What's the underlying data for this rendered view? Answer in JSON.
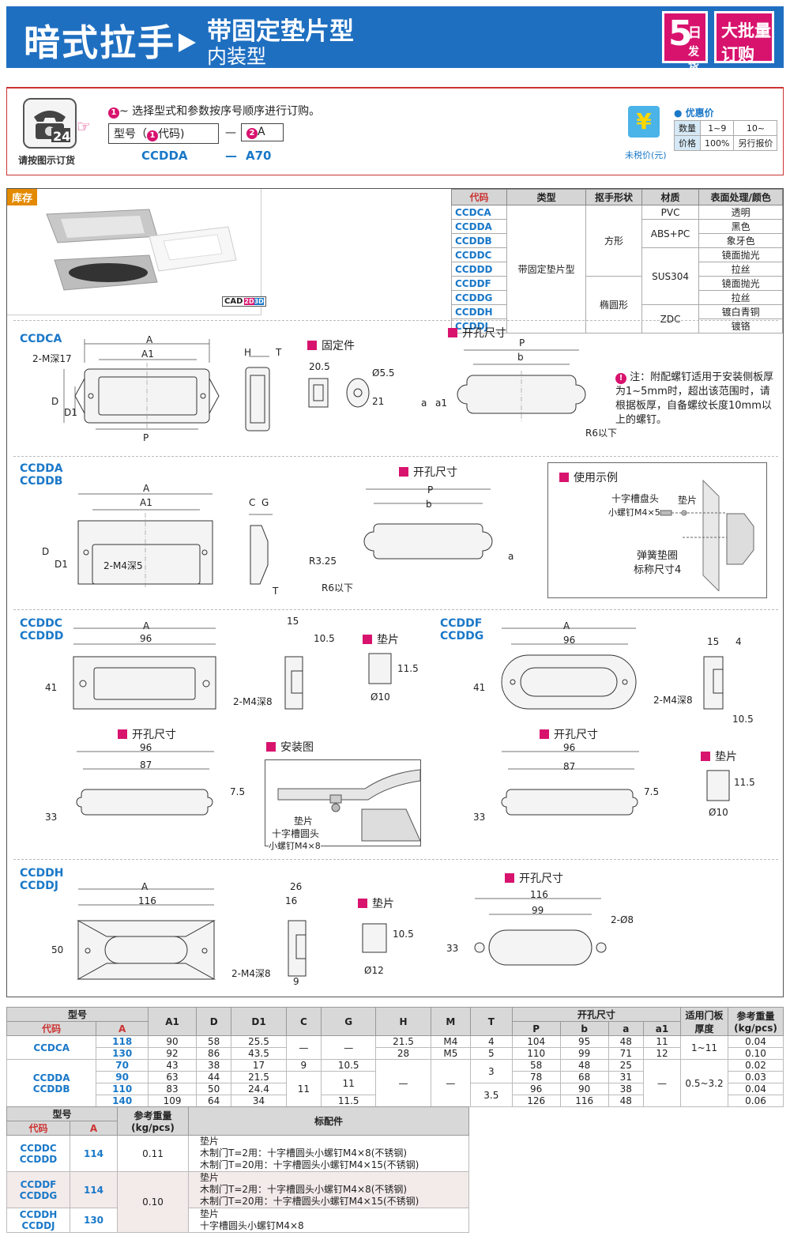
{
  "header": {
    "title": "暗式拉手",
    "subtitle": "带固定垫片型",
    "subtitle2": "内装型",
    "badge_days_num": "5",
    "badge_days_1": "日",
    "badge_days_2": "发货",
    "badge_bulk_1": "大批量",
    "badge_bulk_2": "订购"
  },
  "order": {
    "phone_label": "请按图示订货",
    "instruction": "~ 选择型式和参数按序号顺序进行订购。",
    "circle1": "1",
    "circle2": "2",
    "model_label": "型号（",
    "model_label_code": "代码)",
    "dash": "—",
    "a_label": "A",
    "example_code": "CCDDA",
    "example_dash": "—",
    "example_a": "A70",
    "yen": "¥",
    "tax_label": "未税价(元)",
    "price_title": "优惠价",
    "price_rows": [
      [
        "数量",
        "1~9",
        "10~"
      ],
      [
        "价格",
        "100%",
        "另行报价"
      ]
    ]
  },
  "stock": {
    "label": "库存",
    "cad_1": "CAD",
    "cad_2": "2D",
    "cad_3": "3D"
  },
  "product_table": {
    "headers": [
      "代码",
      "类型",
      "抠手形状",
      "材质",
      "表面处理/颜色"
    ],
    "codes": [
      "CCDCA",
      "CCDDA",
      "CCDDB",
      "CCDDC",
      "CCDDD",
      "CCDDF",
      "CCDDG",
      "CCDDH",
      "CCDDJ"
    ],
    "type": "带固定垫片型",
    "shape_square": "方形",
    "shape_oval": "椭圆形",
    "materials": [
      "PVC",
      "ABS+PC",
      "SUS304",
      "ZDC"
    ],
    "finishes": [
      "透明",
      "黑色",
      "象牙色",
      "镜面抛光",
      "拉丝",
      "镜面抛光",
      "拉丝",
      "镀白青铜",
      "镀铬"
    ]
  },
  "sec1": {
    "code": "CCDCA",
    "lbl_A": "A",
    "lbl_A1": "A1",
    "lbl_2M": "2-M深17",
    "lbl_D": "D",
    "lbl_D1": "D1",
    "lbl_P": "P",
    "lbl_H": "H",
    "lbl_T": "T",
    "fixture": "固定件",
    "fx_20": "20.5",
    "fx_d55": "Ø5.5",
    "fx_21": "21",
    "cutout": "开孔尺寸",
    "c_P": "P",
    "c_b": "b",
    "c_a": "a",
    "c_a1": "a1",
    "c_R6": "R6以下",
    "note": "注：附配螺钉适用于安装侧板厚为1~5mm时，超出该范围时，请根据板厚，自备螺纹长度10mm以上的螺钉。"
  },
  "sec2": {
    "code1": "CCDDA",
    "code2": "CCDDB",
    "lbl_A": "A",
    "lbl_A1": "A1",
    "lbl_D": "D",
    "lbl_D1": "D1",
    "lbl_2M": "2-M4深5",
    "lbl_C": "C",
    "lbl_G": "G",
    "lbl_T": "T",
    "cutout": "开孔尺寸",
    "c_P": "P",
    "c_b": "b",
    "c_a": "a",
    "c_R325": "R3.25",
    "c_R6": "R6以下",
    "usage": "使用示例",
    "u_screw": "十字槽盘头",
    "u_screw2": "小螺钉M4×5",
    "u_pad": "垫片",
    "u_spring": "弹簧垫圈",
    "u_spring2": "标称尺寸4"
  },
  "sec3": {
    "code1": "CCDDC",
    "code2": "CCDDD",
    "lbl_A": "A",
    "lbl_96": "96",
    "lbl_41": "41",
    "lbl_15": "15",
    "lbl_105": "10.5",
    "lbl_2M": "2-M4深8",
    "pad": "垫片",
    "pad_115": "11.5",
    "pad_d10": "Ø10",
    "cutout": "开孔尺寸",
    "c_96": "96",
    "c_87": "87",
    "c_33": "33",
    "c_75": "7.5",
    "install": "安装图",
    "i_pad": "垫片",
    "i_screw": "十字槽圆头",
    "i_screw2": "小螺钉M4×8"
  },
  "sec4": {
    "code1": "CCDDF",
    "code2": "CCDDG",
    "lbl_A": "A",
    "lbl_96": "96",
    "lbl_41": "41",
    "lbl_15": "15",
    "lbl_4": "4",
    "lbl_105": "10.5",
    "lbl_2M": "2-M4深8",
    "pad": "垫片",
    "pad_115": "11.5",
    "pad_d10": "Ø10",
    "cutout": "开孔尺寸",
    "c_96": "96",
    "c_87": "87",
    "c_33": "33",
    "c_75": "7.5"
  },
  "sec5": {
    "code1": "CCDDH",
    "code2": "CCDDJ",
    "lbl_A": "A",
    "lbl_116": "116",
    "lbl_50": "50",
    "lbl_26": "26",
    "lbl_16": "16",
    "lbl_9": "9",
    "lbl_2M": "2-M4深8",
    "pad": "垫片",
    "pad_105": "10.5",
    "pad_d12": "Ø12",
    "cutout": "开孔尺寸",
    "c_116": "116",
    "c_99": "99",
    "c_33": "33",
    "c_2d8": "2-Ø8"
  },
  "spec_table": {
    "h_model": "型号",
    "h_code": "代码",
    "h_A": "A",
    "h_A1": "A1",
    "h_D": "D",
    "h_D1": "D1",
    "h_C": "C",
    "h_G": "G",
    "h_H": "H",
    "h_M": "M",
    "h_T": "T",
    "h_cut": "开孔尺寸",
    "h_P": "P",
    "h_b": "b",
    "h_a": "a",
    "h_a1": "a1",
    "h_door": "适用门板厚度",
    "h_wt": "参考重量(kg/pcs)",
    "g1_code": "CCDCA",
    "g1_rows": [
      [
        "118",
        "90",
        "58",
        "25.5",
        "21.5",
        "M4",
        "4",
        "104",
        "95",
        "48",
        "11",
        "0.04"
      ],
      [
        "130",
        "92",
        "86",
        "43.5",
        "28",
        "M5",
        "5",
        "110",
        "99",
        "71",
        "12",
        "0.10"
      ]
    ],
    "g1_C": "—",
    "g1_G": "—",
    "g1_door": "1~11",
    "g2_code1": "CCDDA",
    "g2_code2": "CCDDB",
    "g2_rows": [
      [
        "70",
        "43",
        "38",
        "17",
        "58",
        "48",
        "25",
        "0.02"
      ],
      [
        "90",
        "63",
        "44",
        "21.5",
        "78",
        "68",
        "31",
        "0.03"
      ],
      [
        "110",
        "83",
        "50",
        "24.4",
        "96",
        "90",
        "38",
        "0.04"
      ],
      [
        "140",
        "109",
        "64",
        "34",
        "126",
        "116",
        "48",
        "0.06"
      ]
    ],
    "g2_C1": "9",
    "g2_C2": "11",
    "g2_G1": "10.5",
    "g2_G2": "11",
    "g2_G3": "11.5",
    "g2_HM": "—",
    "g2_M": "—",
    "g2_T1": "3",
    "g2_T2": "3.5",
    "g2_a1": "—",
    "g2_door": "0.5~3.2"
  },
  "acc_table": {
    "h_model": "型号",
    "h_code": "代码",
    "h_A": "A",
    "h_wt": "参考重量(kg/pcs)",
    "h_acc": "标配件",
    "rows": [
      {
        "code1": "CCDDC",
        "code2": "CCDDD",
        "A": "114",
        "wt": "0.11",
        "acc": [
          "垫片",
          "木制门T=2用：十字槽圆头小螺钉M4×8(不锈钢)",
          "木制门T=20用：十字槽圆头小螺钉M4×15(不锈钢)"
        ]
      },
      {
        "code1": "CCDDF",
        "code2": "CCDDG",
        "A": "114",
        "wt": "0.10",
        "acc": [
          "垫片",
          "木制门T=2用：十字槽圆头小螺钉M4×8(不锈钢)",
          "木制门T=20用：十字槽圆头小螺钉M4×15(不锈钢)"
        ]
      },
      {
        "code1": "CCDDH",
        "code2": "CCDDJ",
        "A": "130",
        "wt": "",
        "acc": [
          "垫片",
          "十字槽圆头小螺钉M4×8"
        ]
      }
    ]
  }
}
